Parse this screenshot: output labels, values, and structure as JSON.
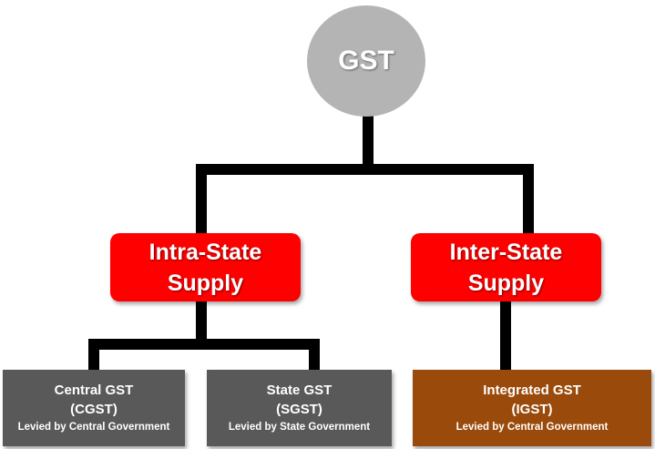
{
  "root": {
    "label": "GST"
  },
  "supply": {
    "intra": {
      "line1": "Intra-State",
      "line2": "Supply"
    },
    "inter": {
      "line1": "Inter-State",
      "line2": "Supply"
    }
  },
  "taxes": [
    {
      "name": "Central GST",
      "code": "(CGST)",
      "note": "Levied by Central Government"
    },
    {
      "name": "State GST",
      "code": "(SGST)",
      "note": "Levied by State Government"
    },
    {
      "name": "Integrated GST",
      "code": "(IGST)",
      "note": "Levied by Central Government"
    }
  ],
  "colors": {
    "root": "#b4b4b4",
    "supply": "#ff0000",
    "state_tax": "#595959",
    "integrated_tax": "#9a4a0a",
    "connector": "#000000"
  }
}
